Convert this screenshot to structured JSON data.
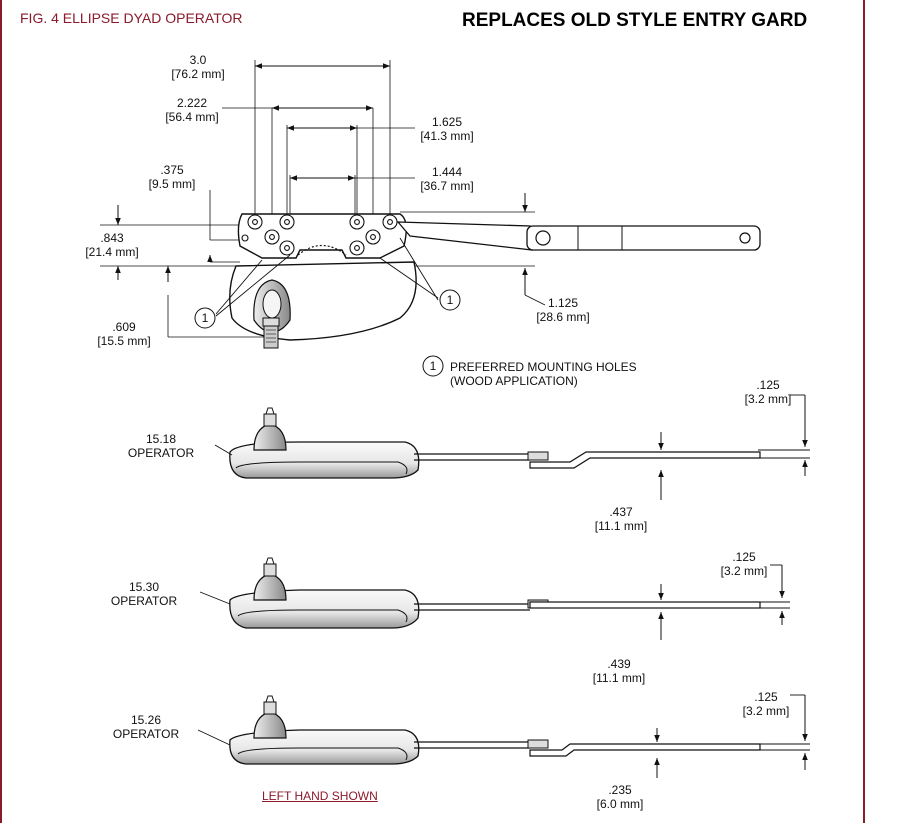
{
  "header": {
    "figure_label": "FIG. 4  ELLIPSE DYAD OPERATOR",
    "title": "REPLACES OLD STYLE ENTRY GARD"
  },
  "dimensions": {
    "d30": {
      "in": "3.0",
      "mm": "[76.2 mm]"
    },
    "d2222": {
      "in": "2.222",
      "mm": "[56.4 mm]"
    },
    "d1625": {
      "in": "1.625",
      "mm": "[41.3 mm]"
    },
    "d1444": {
      "in": "1.444",
      "mm": "[36.7 mm]"
    },
    "d375": {
      "in": ".375",
      "mm": "[9.5 mm]"
    },
    "d843": {
      "in": ".843",
      "mm": "[21.4 mm]"
    },
    "d609": {
      "in": ".609",
      "mm": "[15.5 mm]"
    },
    "d1125": {
      "in": "1.125",
      "mm": "[28.6 mm]"
    }
  },
  "legend": {
    "marker": "1",
    "line1": "PREFERRED MOUNTING HOLES",
    "line2": "(WOOD APPLICATION)"
  },
  "operators": [
    {
      "model": "15.18",
      "word": "OPERATOR",
      "top_in": ".125",
      "top_mm": "[3.2 mm]",
      "bottom_in": ".437",
      "bottom_mm": "[11.1 mm]"
    },
    {
      "model": "15.30",
      "word": "OPERATOR",
      "top_in": ".125",
      "top_mm": "[3.2 mm]",
      "bottom_in": ".439",
      "bottom_mm": "[11.1 mm]"
    },
    {
      "model": "15.26",
      "word": "OPERATOR",
      "top_in": ".125",
      "top_mm": "[3.2 mm]",
      "bottom_in": ".235",
      "bottom_mm": "[6.0 mm]"
    }
  ],
  "footer": {
    "note": "LEFT HAND SHOWN"
  },
  "colors": {
    "accent": "#8b1a2b",
    "ink": "#111111"
  }
}
